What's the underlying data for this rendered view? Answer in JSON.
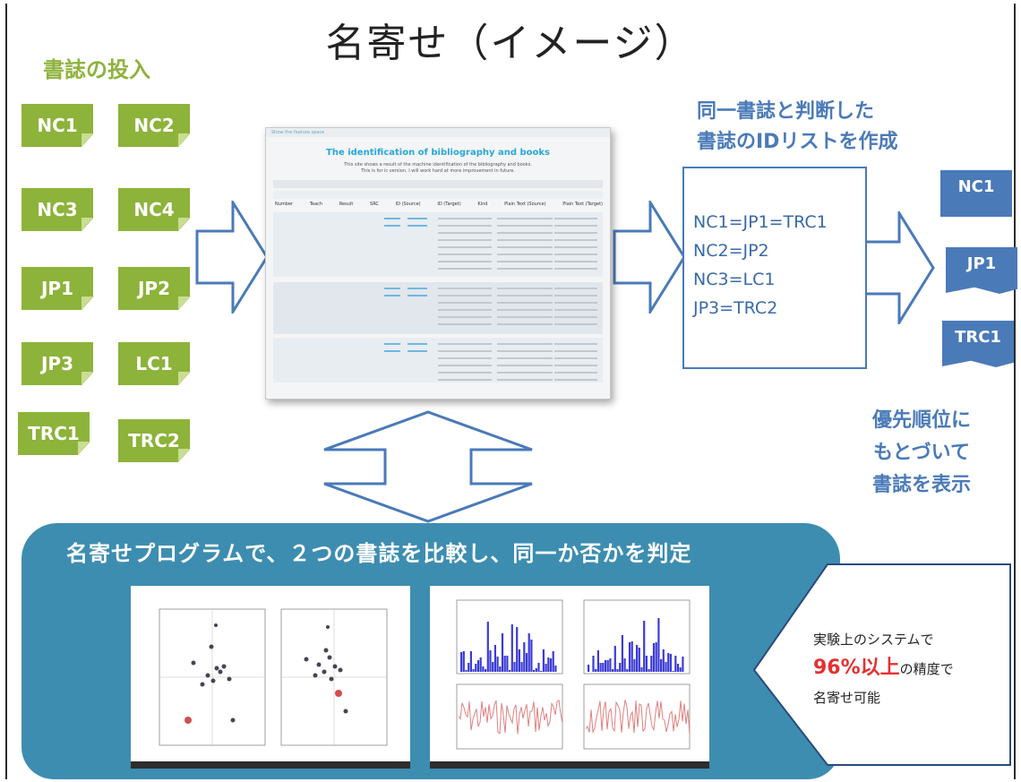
{
  "title": "名寄せ（イメージ）",
  "input": {
    "heading": "書誌の投入",
    "items": [
      "NC1",
      "NC2",
      "NC3",
      "NC4",
      "JP1",
      "JP2",
      "JP3",
      "LC1",
      "TRC1",
      "TRC2"
    ]
  },
  "screenshot": {
    "link_text": "Show the feature space",
    "title": "The identification of bibliography and books",
    "subtitle_1": "This site shows a result of the machine identification of the bibliography and books.",
    "subtitle_2": "This is for ic version. I will work hard at more improvement in future.",
    "columns": [
      "Number",
      "Teach",
      "Result",
      "SRC",
      "ID (Source)",
      "ID (Target)",
      "Kind",
      "Plain Text (Source)",
      "Plain Text (Target)"
    ]
  },
  "idlist": {
    "heading_1": "同一書誌と判断した",
    "heading_2": "書誌のIDリストを作成",
    "entries": [
      "NC1=JP1=TRC1",
      "NC2=JP2",
      "NC3=LC1",
      "JP3=TRC2"
    ]
  },
  "output": {
    "items": [
      "NC1",
      "JP1",
      "TRC1"
    ],
    "caption_1": "優先順位に",
    "caption_2": "もとづいて",
    "caption_3": "書誌を表示"
  },
  "program": {
    "title": "名寄せプログラムで、２つの書誌を比較し、同一か否かを判定"
  },
  "callout": {
    "line_1": "実験上のシステムで",
    "highlight": "96%以上",
    "line_2_suffix": "の精度で",
    "line_3": "名寄せ可能"
  },
  "colors": {
    "green": "#8db33a",
    "blue": "#4a7ab8",
    "teal": "#3d8db0",
    "red": "#e53030"
  }
}
